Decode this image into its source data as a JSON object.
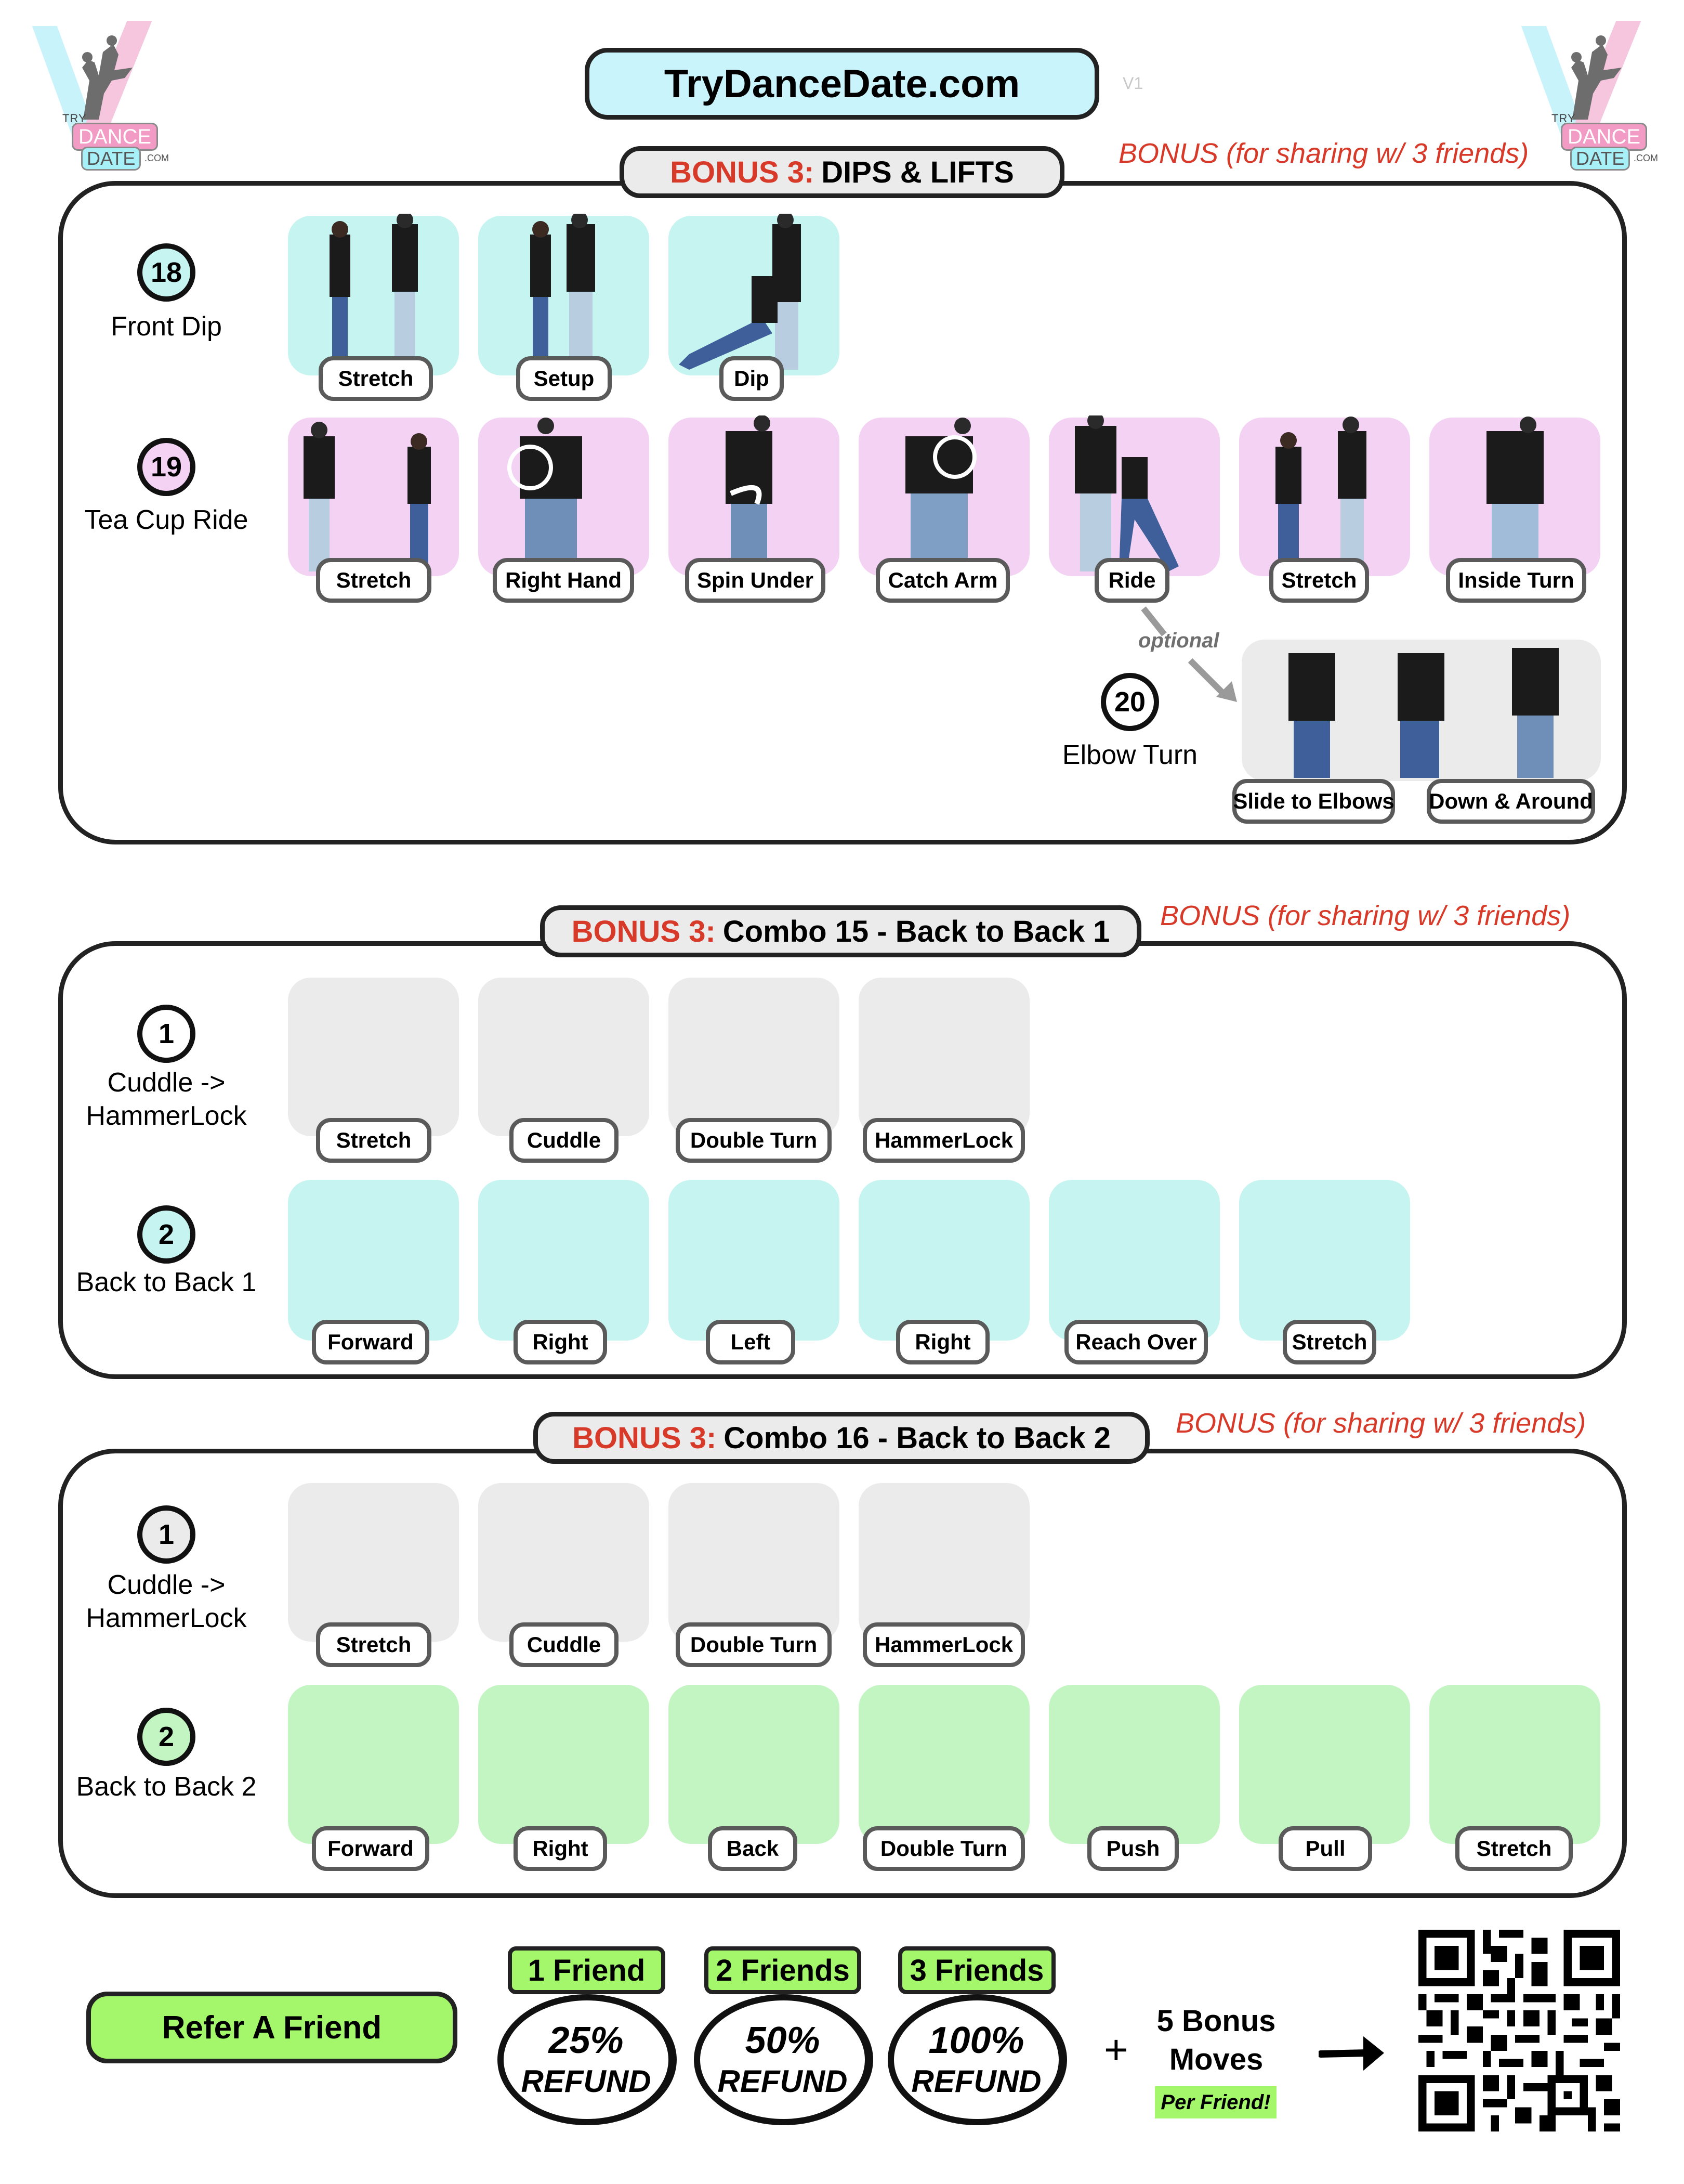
{
  "header": {
    "title": "TryDanceDate.com",
    "version": "V1",
    "logo": {
      "try": "TRY",
      "dance": "DANCE",
      "date": "DATE",
      "com": ".COM"
    }
  },
  "colors": {
    "red_accent": "#d83a2a",
    "title_fill": "#c9f4fb",
    "pill_fill": "#ebebeb",
    "cyan_tile": "#c6f4f0",
    "pink_tile": "#f4d2f4",
    "gray_tile": "#ebebeb",
    "green_tile": "#c3f5c3",
    "green_button": "#a4f66b"
  },
  "sections": [
    {
      "prefix": "BONUS 3:",
      "title": "DIPS & LIFTS",
      "note": "BONUS (for sharing w/ 3 friends)",
      "rows": [
        {
          "number": "18",
          "name": "Front Dip",
          "moves": [
            "Stretch",
            "Setup",
            "Dip"
          ]
        },
        {
          "number": "19",
          "name": "Tea Cup Ride",
          "moves": [
            "Stretch",
            "Right Hand",
            "Spin Under",
            "Catch Arm",
            "Ride",
            "Stretch",
            "Inside Turn"
          ]
        },
        {
          "number": "20",
          "name": "Elbow Turn",
          "optional_label": "optional",
          "moves": [
            "Slide to Elbows",
            "Down & Around"
          ]
        }
      ]
    },
    {
      "prefix": "BONUS 3:",
      "title": "Combo 15 - Back to Back 1",
      "note": "BONUS (for sharing w/ 3 friends)",
      "rows": [
        {
          "number": "1",
          "name_line1": "Cuddle ->",
          "name_line2": "HammerLock",
          "moves": [
            "Stretch",
            "Cuddle",
            "Double Turn",
            "HammerLock"
          ]
        },
        {
          "number": "2",
          "name": "Back to Back 1",
          "moves": [
            "Forward",
            "Right",
            "Left",
            "Right",
            "Reach Over",
            "Stretch"
          ]
        }
      ]
    },
    {
      "prefix": "BONUS 3:",
      "title": "Combo 16 - Back to Back 2",
      "note": "BONUS (for sharing w/ 3 friends)",
      "rows": [
        {
          "number": "1",
          "name_line1": "Cuddle ->",
          "name_line2": "HammerLock",
          "moves": [
            "Stretch",
            "Cuddle",
            "Double Turn",
            "HammerLock"
          ]
        },
        {
          "number": "2",
          "name": "Back to Back 2",
          "moves": [
            "Forward",
            "Right",
            "Back",
            "Double Turn",
            "Push",
            "Pull",
            "Stretch"
          ]
        }
      ]
    }
  ],
  "footer": {
    "refer_button": "Refer A Friend",
    "tiers": [
      {
        "friends": "1 Friend",
        "percent": "25%",
        "word": "REFUND"
      },
      {
        "friends": "2 Friends",
        "percent": "50%",
        "word": "REFUND"
      },
      {
        "friends": "3 Friends",
        "percent": "100%",
        "word": "REFUND"
      }
    ],
    "plus": "+",
    "bonus_line1": "5 Bonus",
    "bonus_line2": "Moves",
    "per_friend": "Per Friend!",
    "arrow": "→",
    "qr_icon": "qr-code-icon"
  }
}
